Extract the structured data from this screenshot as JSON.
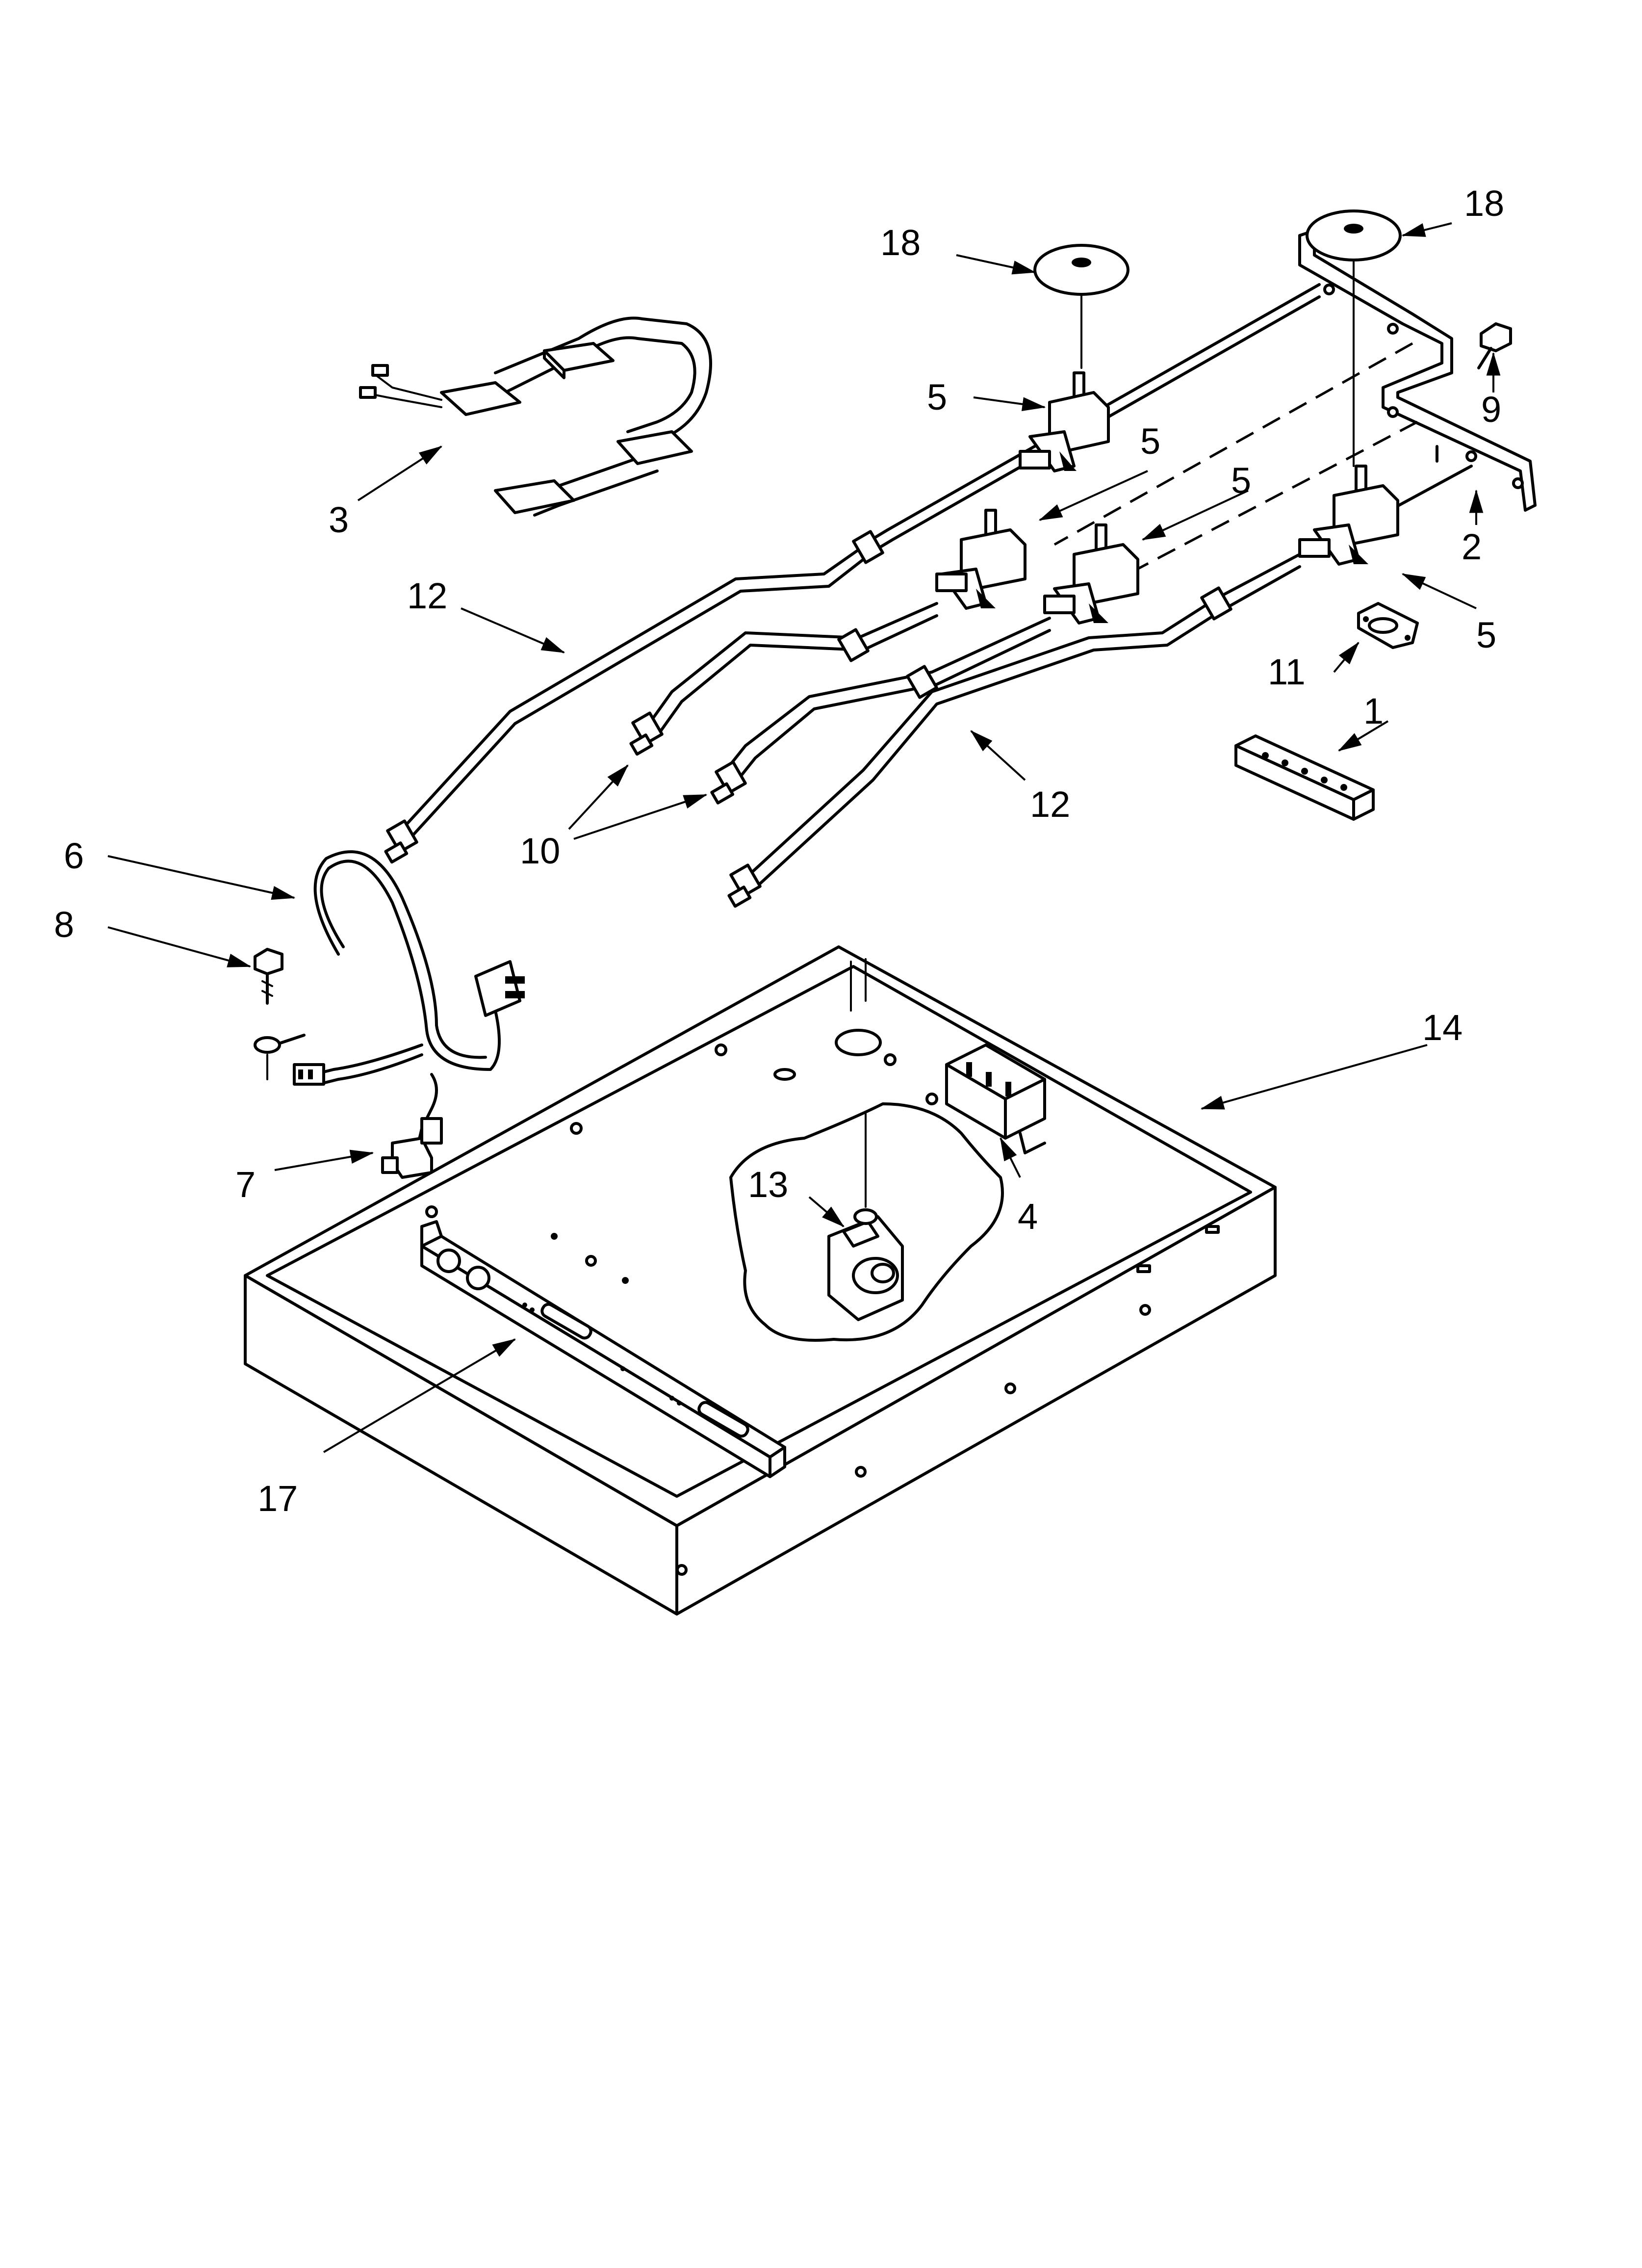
{
  "callouts": {
    "c1": "1",
    "c2": "2",
    "c3": "3",
    "c4": "4",
    "c5a": "5",
    "c5b": "5",
    "c5c": "5",
    "c5d": "5",
    "c6": "6",
    "c7": "7",
    "c8": "8",
    "c9": "9",
    "c10": "10",
    "c11": "11",
    "c12a": "12",
    "c12b": "12",
    "c13": "13",
    "c14": "14",
    "c17": "17",
    "c18a": "18",
    "c18b": "18"
  }
}
